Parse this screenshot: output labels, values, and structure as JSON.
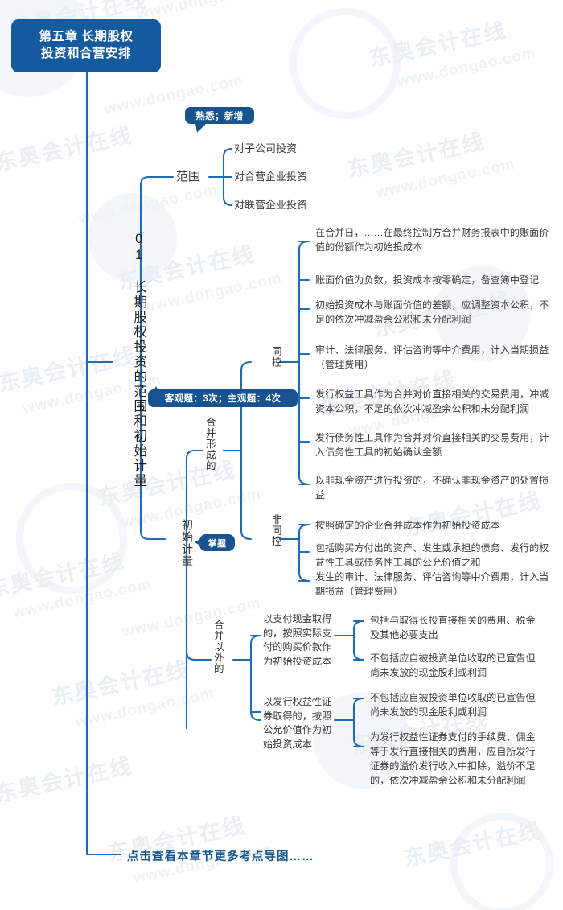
{
  "title_node": {
    "label": "第五章 长期股权\n投资和合营安排"
  },
  "badges": {
    "scope": "熟悉；新增",
    "stats": "客观题：3次；主观题：4次",
    "master": "掌握"
  },
  "branch_main": {
    "label": "01 长期股权投资的范围和初始计量"
  },
  "scope": {
    "label": "范围",
    "items": [
      "对子公司投资",
      "对合营企业投资",
      "对联营企业投资"
    ]
  },
  "initial_measure": {
    "label": "初始计量",
    "groups": [
      {
        "label": "合并形成的",
        "subgroups": [
          {
            "label": "同控",
            "items": [
              "在合并日，……在最终控制方合并财务报表中的账面价值的份额作为初始投成本",
              "账面价值为负数，投资成本按零确定，备查簿中登记",
              "初始投资成本与账面价值的差额，应调整资本公积，不足的依次冲减盈余公积和未分配利润",
              "审计、法律服务、评估咨询等中介费用，计入当期损益（管理费用）",
              "发行权益工具作为合并对价直接相关的交易费用，冲减资本公积，不足的依次冲减盈余公积和未分配利润",
              "发行债务性工具作为合并对价直接相关的交易费用，计入债务性工具的初始确认金额",
              "以非现金资产进行投资的，不确认非现金资产的处置损益"
            ]
          },
          {
            "label": "非同控",
            "items": [
              "按照确定的企业合并成本作为初始投资成本",
              "包括购买方付出的资产、发生或承担的债务、发行的权益性工具或债务性工具的公允价值之和",
              "发生的审计、法律服务、评估咨询等中介费用，计入当期损益（管理费用）"
            ]
          }
        ]
      },
      {
        "label": "合并以外的",
        "subgroups": [
          {
            "label": "以支付现金取得的，按照实际支付的购买价款作为初始投资成本",
            "items": [
              "包括与取得长投直接相关的费用、税金及其他必要支出",
              "不包括应自被投资单位收取的已宣告但尚未发放的现金股利或利润"
            ]
          },
          {
            "label": "以发行权益性证券取得的，按照公允价值作为初始投资成本",
            "items": [
              "不包括应自被投资单位收取的已宣告但尚未发放的现金股利或利润",
              "为发行权益性证券支付的手续费、佣金等于发行直接相关的费用，应自所发行证券的溢价发行收入中扣除，溢价不足的，依次冲减盈余公积和未分配利润"
            ]
          }
        ]
      }
    ]
  },
  "footer": {
    "label": "点击查看本章节更多考点导图……"
  },
  "watermark": {
    "brand": "东奥会计在线",
    "url": "www.dongao.com"
  },
  "colors": {
    "primary": "#145a9e",
    "line": "#1f6bb5",
    "text": "#3a3a3a",
    "watermark": "#e9eff5"
  }
}
